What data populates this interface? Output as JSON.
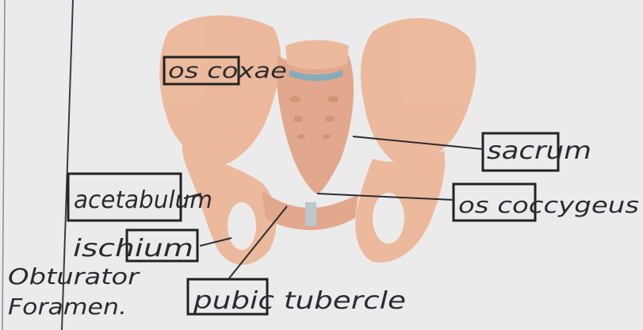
{
  "labels": {
    "os_coxae": "os coxae",
    "sacrum": "sacrum",
    "acetabulum": "acetabulum",
    "os_coccygeus": "os coccygeus",
    "ischium": "ischium",
    "obturator_foramen_line1": "Obturator",
    "obturator_foramen_line2": "Foramen.",
    "pubic_tubercle": "pubic tubercle"
  },
  "colors": {
    "paper": "#ecebec",
    "bone": "#ecb596",
    "bone_shadow": "#d99a7a",
    "cartilage": "#7ea6b8",
    "ink": "#2b2b30",
    "margin_line": "#3a3a44"
  }
}
